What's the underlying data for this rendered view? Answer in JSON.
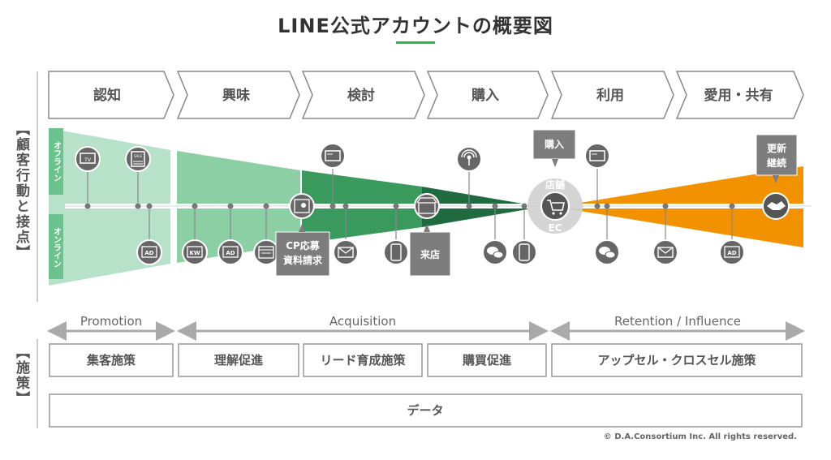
{
  "title": "LINE公式アカウントの概要図",
  "side_labels": {
    "touchpoints": "【顧客行動と接点】",
    "measures": "【施策】"
  },
  "band_labels": {
    "offline": "オフライン",
    "online": "オンライン"
  },
  "stages": [
    "認知",
    "興味",
    "検討",
    "購入",
    "利用",
    "愛用・共有"
  ],
  "callouts": {
    "cp": "CP応募\n資料請求",
    "store": "来店",
    "purchase": "購入",
    "renew": "更新\n継続",
    "shop": "店舗",
    "ec": "EC"
  },
  "icon_text": {
    "tv": "TV",
    "ad": "AD",
    "kw": "KW",
    "sale": "SALE"
  },
  "phases": [
    "Promotion",
    "Acquisition",
    "Retention / Influence"
  ],
  "measures": [
    "集客施策",
    "理解促進",
    "リード育成施策",
    "購買促進",
    "アップセル・クロスセル施策"
  ],
  "data_label": "データ",
  "copyright": "© D.A.Consortium Inc. All rights reserved.",
  "colors": {
    "accent_green": "#2fb24a",
    "pale_green": "#a9dcc0",
    "light_green": "#6cc28c",
    "mid_green": "#3a9a5e",
    "dark_green": "#1f6b3f",
    "orange": "#f39200",
    "gray": "#808080"
  }
}
